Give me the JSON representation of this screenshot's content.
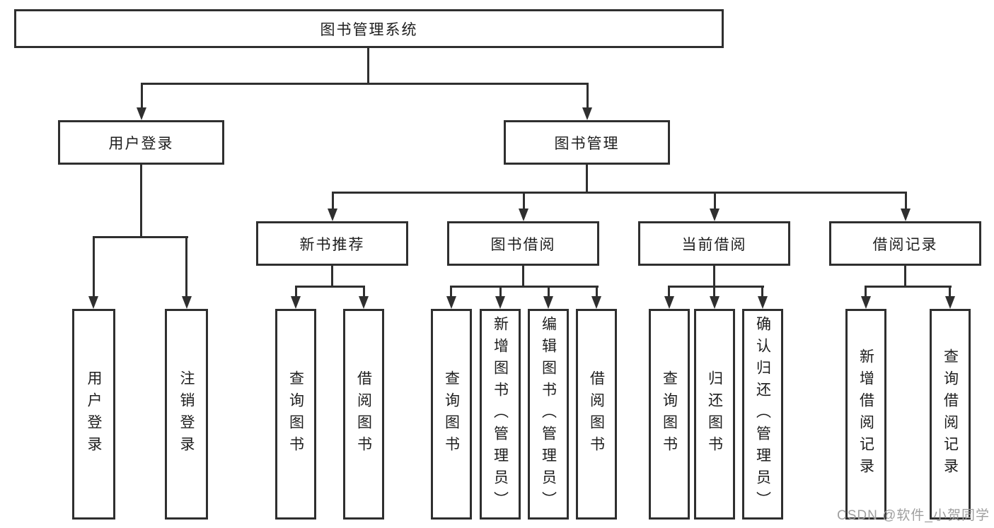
{
  "tree": {
    "root": {
      "label": "图书管理系统",
      "children": [
        {
          "label": "用户登录",
          "children": [
            {
              "label": "用户登录"
            },
            {
              "label": "注销登录"
            }
          ]
        },
        {
          "label": "图书管理",
          "children": [
            {
              "label": "新书推荐",
              "children": [
                {
                  "label": "查询图书"
                },
                {
                  "label": "借阅图书"
                }
              ]
            },
            {
              "label": "图书借阅",
              "children": [
                {
                  "label": "查询图书"
                },
                {
                  "label": "新增图书（管理员）"
                },
                {
                  "label": "编辑图书（管理员）"
                },
                {
                  "label": "借阅图书"
                }
              ]
            },
            {
              "label": "当前借阅",
              "children": [
                {
                  "label": "查询图书"
                },
                {
                  "label": "归还图书"
                },
                {
                  "label": "确认归还（管理员）"
                }
              ]
            },
            {
              "label": "借阅记录",
              "children": [
                {
                  "label": "新增借阅记录"
                },
                {
                  "label": "查询借阅记录"
                }
              ]
            }
          ]
        }
      ]
    }
  },
  "watermark": {
    "text": "CSDN @软件_小贺同学"
  },
  "colors": {
    "line": "#2f2f2f",
    "text": "#1e1e1e",
    "background": "#ffffff",
    "watermark": "#9f9f9f"
  }
}
